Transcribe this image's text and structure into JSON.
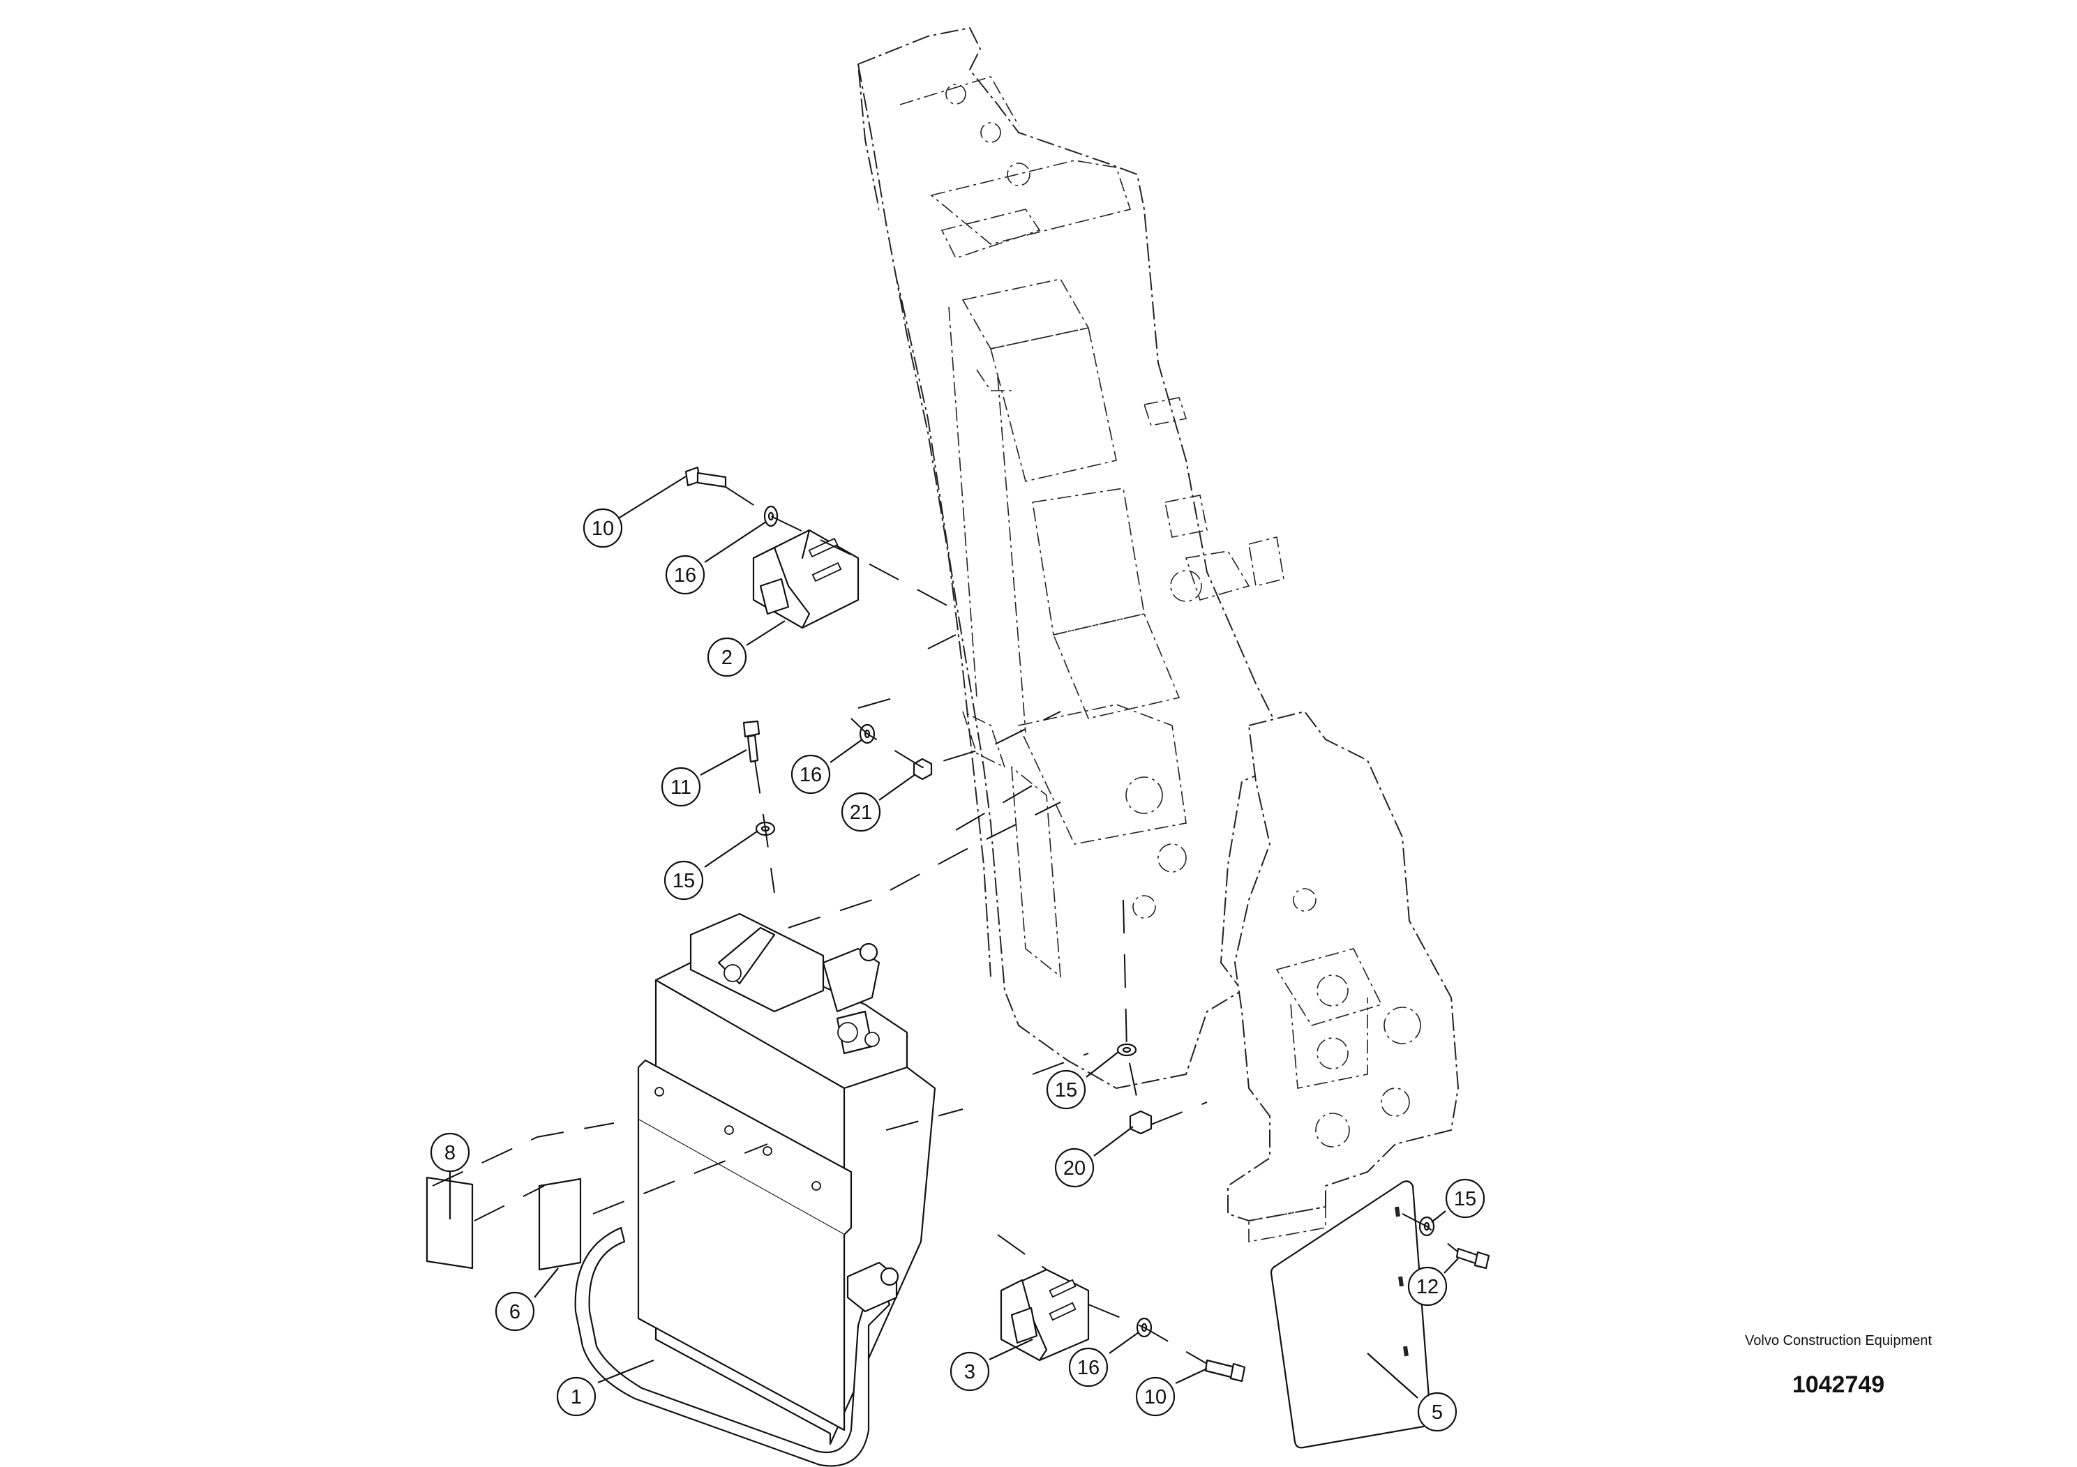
{
  "title_block": {
    "manufacturer": "Volvo Construction Equipment",
    "drawing_number": "1042749"
  },
  "callouts": [
    {
      "label": "10"
    },
    {
      "label": "16"
    },
    {
      "label": "2"
    },
    {
      "label": "11"
    },
    {
      "label": "16"
    },
    {
      "label": "21"
    },
    {
      "label": "15"
    },
    {
      "label": "15"
    },
    {
      "label": "20"
    },
    {
      "label": "8"
    },
    {
      "label": "6"
    },
    {
      "label": "1"
    },
    {
      "label": "3"
    },
    {
      "label": "16"
    },
    {
      "label": "10"
    },
    {
      "label": "15"
    },
    {
      "label": "12"
    },
    {
      "label": "5"
    }
  ]
}
